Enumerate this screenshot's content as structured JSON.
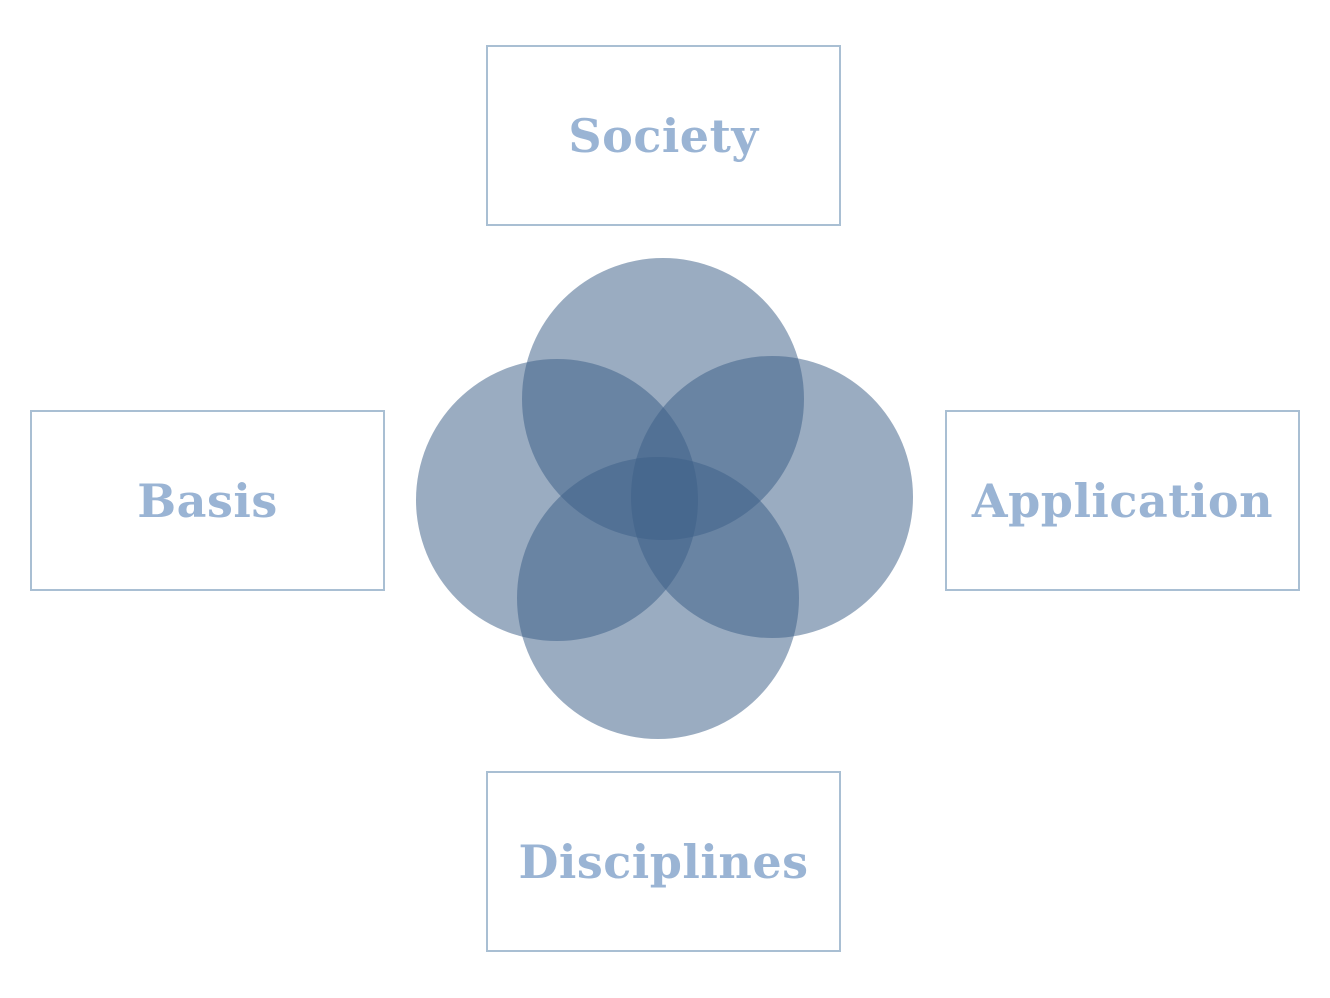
{
  "colors": {
    "box_border": "#a9bfd3",
    "label_text": "#9ab4d4",
    "circle_fill": "#3e5f89",
    "background": "#ffffff"
  },
  "labels": {
    "top": "Society",
    "left": "Basis",
    "right": "Application",
    "bottom": "Disciplines"
  },
  "venn": {
    "circle_count": 4,
    "circle_opacity": 0.52
  }
}
